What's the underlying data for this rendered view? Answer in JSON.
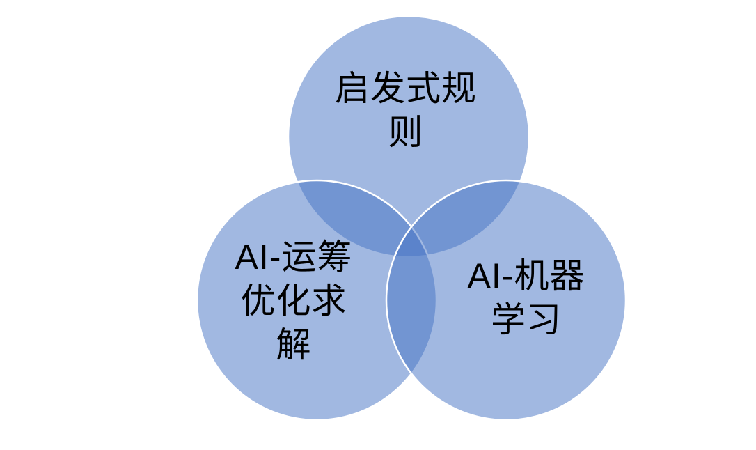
{
  "diagram": {
    "type": "venn-3-circle",
    "background_color": "#FFFFFF",
    "circle_fill_color": "#4472C4",
    "circle_fill_opacity": "0.5",
    "circle_stroke_color": "#FFFFFF",
    "text_color": "#000000",
    "sets": [
      {
        "name": "heuristic-rules",
        "label": "启发式规则",
        "label_lines": [
          "启发式规",
          "则"
        ]
      },
      {
        "name": "ai-operations-research-optimization",
        "label": "AI-运筹优化求解",
        "label_lines": [
          "AI-运筹",
          "优化求",
          "解"
        ]
      },
      {
        "name": "ai-machine-learning",
        "label": "AI-机器学习",
        "label_lines": [
          "AI-机器",
          "学习"
        ]
      }
    ]
  }
}
